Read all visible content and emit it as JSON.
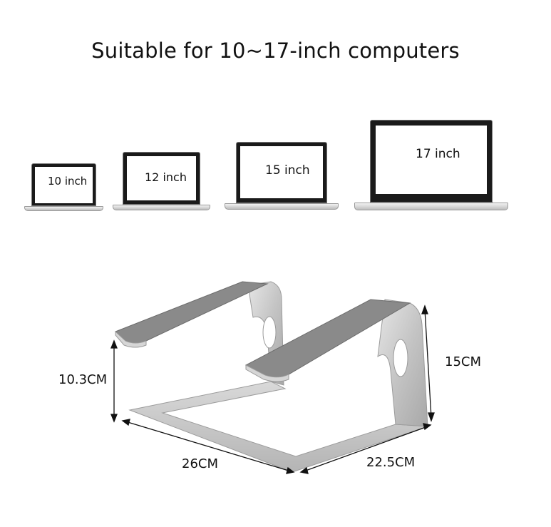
{
  "title": "Suitable for 10~17-inch computers",
  "laptops": [
    {
      "label": "10 inch"
    },
    {
      "label": "12 inch"
    },
    {
      "label": "15 inch"
    },
    {
      "label": "17 inch"
    }
  ],
  "dimensions": {
    "height": "10.3CM",
    "length": "26CM",
    "width": "22.5CM",
    "depth": "15CM"
  },
  "colors": {
    "aluminum": "#c8c8c8",
    "pad": "#8a8a8a",
    "bezel": "#1a1a1a"
  }
}
